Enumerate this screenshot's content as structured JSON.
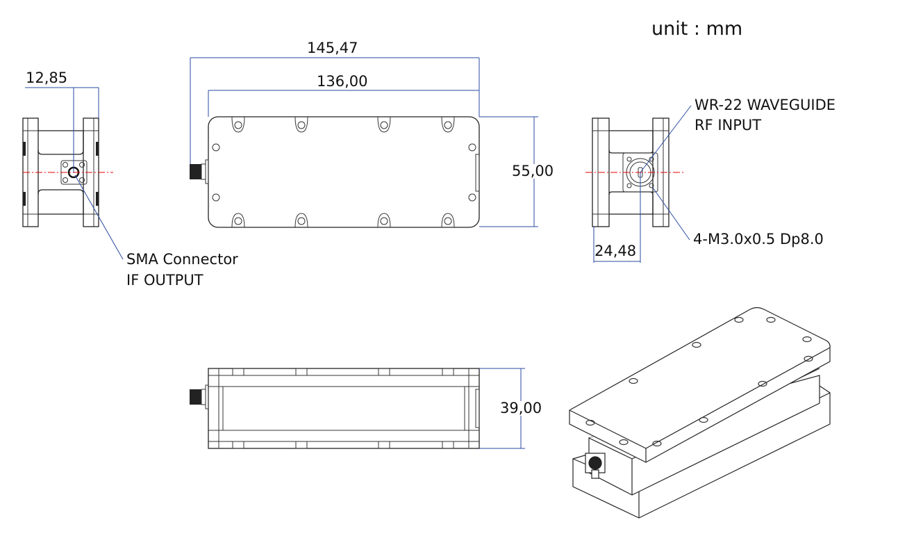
{
  "unit_label": "unit : mm",
  "dimensions": {
    "sma_offset": "12,85",
    "overall_length": "145,47",
    "body_length": "136,00",
    "width": "55,00",
    "waveguide_offset": "24,48",
    "height": "39,00"
  },
  "callouts": {
    "sma_line1": "SMA Connector",
    "sma_line2": "IF OUTPUT",
    "wg_line1": "WR-22 WAVEGUIDE",
    "wg_line2": "RF INPUT",
    "thread": "4-M3.0x0.5 Dp8.0"
  },
  "colors": {
    "dimension": "#2a4aa0",
    "centerline": "#e00000"
  }
}
